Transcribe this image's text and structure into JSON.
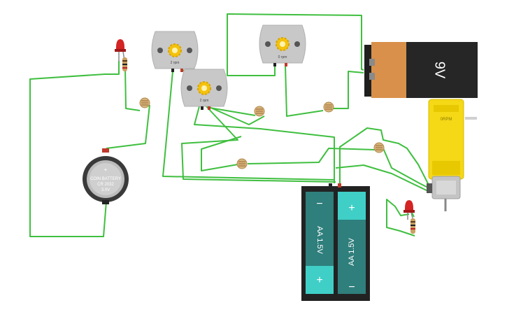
{
  "canvas": {
    "background": "#ffffff"
  },
  "colors": {
    "wire": "#3fbf3f",
    "motor_body": "#c8c8c8",
    "gear": "#f4c20d",
    "led": "#d42424",
    "resistor": "#c8a060",
    "battery_9v_orange": "#d9904a",
    "battery_9v_black": "#262626",
    "aa_teal": "#2f7f7c",
    "aa_cap": "#3fcfc7",
    "coin_cell": "#3a3a3a",
    "gear_motor_yellow": "#f5d816",
    "photoresistor": "#d8b47a"
  },
  "components": {
    "dc_motors": [
      {
        "name": "dc-motor-1",
        "rpm_label": "2 rpm"
      },
      {
        "name": "dc-motor-2",
        "rpm_label": "2 rpm"
      },
      {
        "name": "dc-motor-3",
        "rpm_label": "0 rpm"
      }
    ],
    "battery_9v": {
      "label": "9V"
    },
    "coin_battery": {
      "line1": "COIN BATTERY",
      "line2": "CR 2032",
      "line3": "3.0V"
    },
    "aa_pack": {
      "cells": [
        {
          "label": "AA 1.5V",
          "top_sign": "−",
          "bottom_sign": "+"
        },
        {
          "label": "AA 1.5V",
          "top_sign": "+",
          "bottom_sign": "−"
        }
      ]
    },
    "gear_motor": {
      "label": "0RPM"
    },
    "leds": [
      {
        "name": "led-1"
      },
      {
        "name": "led-2"
      }
    ],
    "photoresistors": [
      "photoresistor-1",
      "photoresistor-2",
      "photoresistor-3",
      "photoresistor-4",
      "photoresistor-5"
    ]
  }
}
